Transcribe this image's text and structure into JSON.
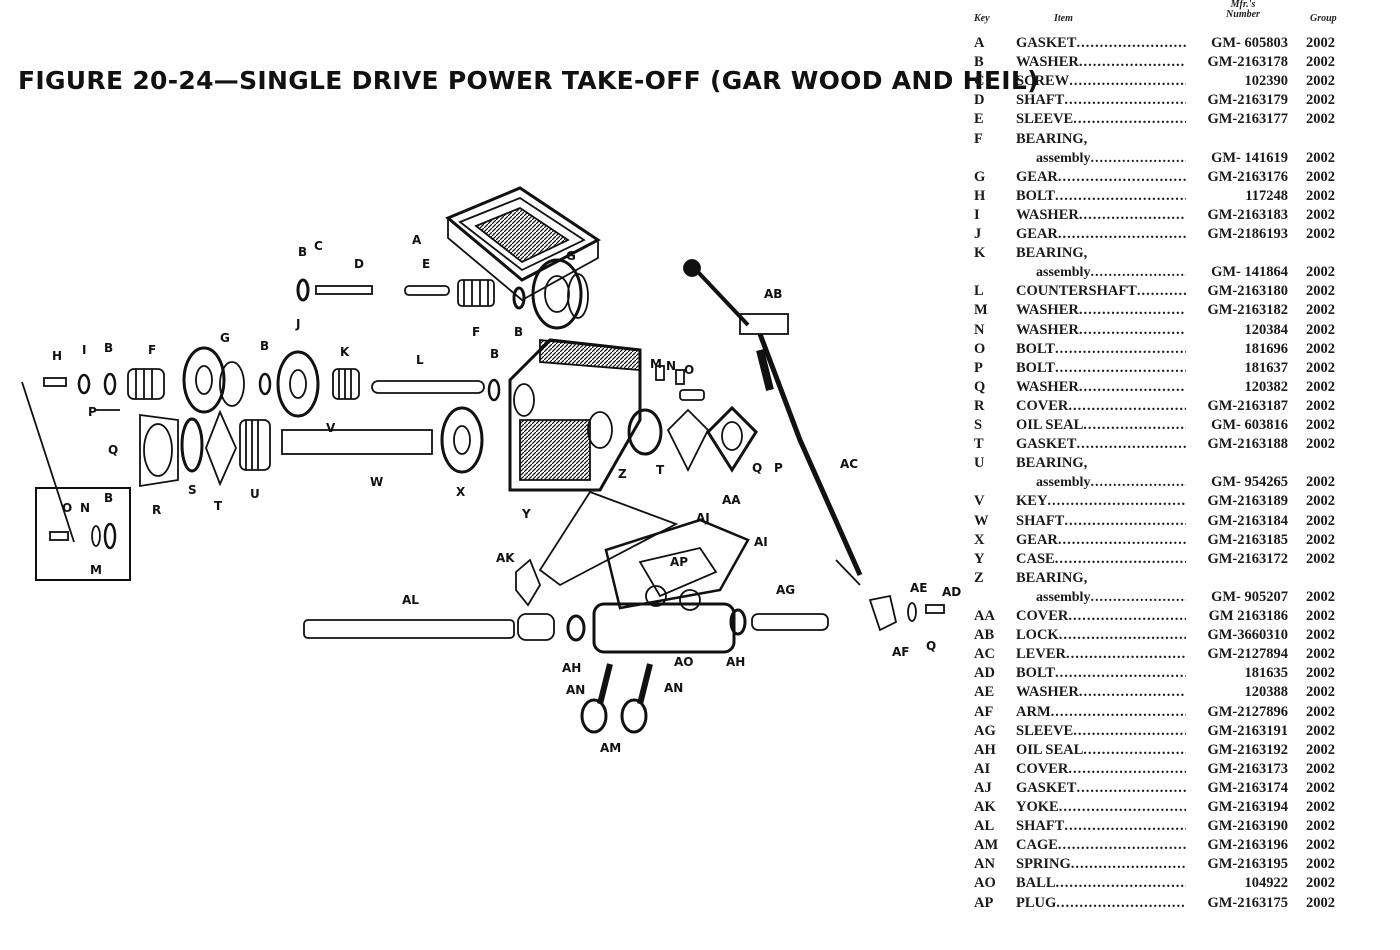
{
  "figure_title": "FIGURE 20-24—SINGLE DRIVE POWER TAKE-OFF (GAR WOOD AND HEIL)",
  "table_header": {
    "key": "Key",
    "item": "Item",
    "mfr_line1": "Mfr.'s",
    "mfr_line2": "Number",
    "group": "Group"
  },
  "parts": [
    {
      "key": "A",
      "item": "GASKET",
      "number": "GM- 605803",
      "group": "2002"
    },
    {
      "key": "B",
      "item": "WASHER",
      "number": "GM-2163178",
      "group": "2002"
    },
    {
      "key": "C",
      "item": "SCREW",
      "number": "102390",
      "group": "2002"
    },
    {
      "key": "D",
      "item": "SHAFT",
      "number": "GM-2163179",
      "group": "2002"
    },
    {
      "key": "E",
      "item": "SLEEVE",
      "number": "GM-2163177",
      "group": "2002"
    },
    {
      "key": "F",
      "item": "BEARING,",
      "item2": "assembly",
      "number": "GM- 141619",
      "group": "2002"
    },
    {
      "key": "G",
      "item": "GEAR",
      "number": "GM-2163176",
      "group": "2002"
    },
    {
      "key": "H",
      "item": "BOLT",
      "number": "117248",
      "group": "2002"
    },
    {
      "key": "I",
      "item": "WASHER",
      "number": "GM-2163183",
      "group": "2002"
    },
    {
      "key": "J",
      "item": "GEAR",
      "number": "GM-2186193",
      "group": "2002"
    },
    {
      "key": "K",
      "item": "BEARING,",
      "item2": "assembly",
      "number": "GM- 141864",
      "group": "2002"
    },
    {
      "key": "L",
      "item": "COUNTERSHAFT",
      "number": "GM-2163180",
      "group": "2002"
    },
    {
      "key": "M",
      "item": "WASHER",
      "number": "GM-2163182",
      "group": "2002"
    },
    {
      "key": "N",
      "item": "WASHER",
      "number": "120384",
      "group": "2002"
    },
    {
      "key": "O",
      "item": "BOLT",
      "number": "181696",
      "group": "2002"
    },
    {
      "key": "P",
      "item": "BOLT",
      "number": "181637",
      "group": "2002"
    },
    {
      "key": "Q",
      "item": "WASHER",
      "number": "120382",
      "group": "2002"
    },
    {
      "key": "R",
      "item": "COVER",
      "number": "GM-2163187",
      "group": "2002"
    },
    {
      "key": "S",
      "item": "OIL SEAL",
      "number": "GM- 603816",
      "group": "2002"
    },
    {
      "key": "T",
      "item": "GASKET",
      "number": "GM-2163188",
      "group": "2002"
    },
    {
      "key": "U",
      "item": "BEARING,",
      "item2": "assembly",
      "number": "GM- 954265",
      "group": "2002"
    },
    {
      "key": "V",
      "item": "KEY",
      "number": "GM-2163189",
      "group": "2002"
    },
    {
      "key": "W",
      "item": "SHAFT",
      "number": "GM-2163184",
      "group": "2002"
    },
    {
      "key": "X",
      "item": "GEAR",
      "number": "GM-2163185",
      "group": "2002"
    },
    {
      "key": "Y",
      "item": "CASE",
      "number": "GM-2163172",
      "group": "2002"
    },
    {
      "key": "Z",
      "item": "BEARING,",
      "item2": "assembly",
      "number": "GM- 905207",
      "group": "2002"
    },
    {
      "key": "AA",
      "item": "COVER",
      "number": "GM 2163186",
      "group": "2002"
    },
    {
      "key": "AB",
      "item": "LOCK",
      "number": "GM-3660310",
      "group": "2002"
    },
    {
      "key": "AC",
      "item": "LEVER",
      "number": "GM-2127894",
      "group": "2002"
    },
    {
      "key": "AD",
      "item": "BOLT",
      "number": "181635",
      "group": "2002"
    },
    {
      "key": "AE",
      "item": "WASHER",
      "number": "120388",
      "group": "2002"
    },
    {
      "key": "AF",
      "item": "ARM",
      "number": "GM-2127896",
      "group": "2002"
    },
    {
      "key": "AG",
      "item": "SLEEVE",
      "number": "GM-2163191",
      "group": "2002"
    },
    {
      "key": "AH",
      "item": "OIL SEAL",
      "number": "GM-2163192",
      "group": "2002"
    },
    {
      "key": "AI",
      "item": "COVER",
      "number": "GM-2163173",
      "group": "2002"
    },
    {
      "key": "AJ",
      "item": "GASKET",
      "number": "GM-2163174",
      "group": "2002"
    },
    {
      "key": "AK",
      "item": "YOKE",
      "number": "GM-2163194",
      "group": "2002"
    },
    {
      "key": "AL",
      "item": "SHAFT",
      "number": "GM-2163190",
      "group": "2002"
    },
    {
      "key": "AM",
      "item": "CAGE",
      "number": "GM-2163196",
      "group": "2002"
    },
    {
      "key": "AN",
      "item": "SPRING",
      "number": "GM-2163195",
      "group": "2002"
    },
    {
      "key": "AO",
      "item": "BALL",
      "number": "104922",
      "group": "2002"
    },
    {
      "key": "AP",
      "item": "PLUG",
      "number": "GM-2163175",
      "group": "2002"
    }
  ],
  "callouts": [
    "A",
    "B",
    "C",
    "D",
    "E",
    "F",
    "G",
    "B",
    "G",
    "H",
    "I",
    "B",
    "F",
    "B",
    "J",
    "K",
    "L",
    "B",
    "M",
    "N",
    "O",
    "P",
    "Q",
    "R",
    "S",
    "T",
    "U",
    "V",
    "W",
    "X",
    "Y",
    "Z",
    "T",
    "AA",
    "Q",
    "P",
    "AC",
    "AB",
    "AJ",
    "AI",
    "AK",
    "AP",
    "AL",
    "AG",
    "AH",
    "AH",
    "AO",
    "AN",
    "AN",
    "AM",
    "AE",
    "AD",
    "AF",
    "Q",
    "O",
    "N",
    "B",
    "M"
  ]
}
